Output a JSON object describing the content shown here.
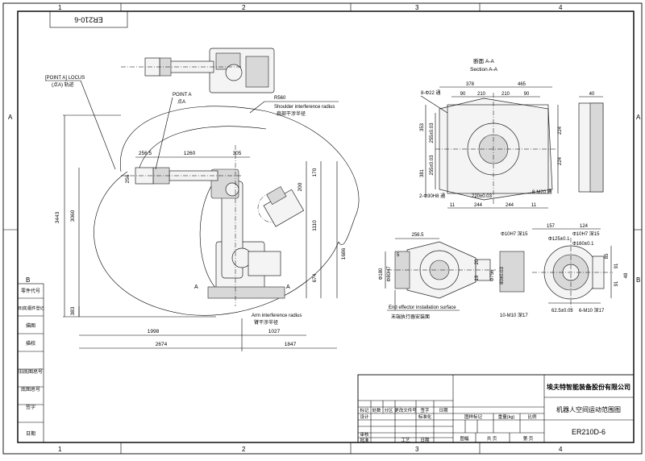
{
  "frame": {
    "columns": [
      "1",
      "2",
      "3",
      "4"
    ],
    "rows": [
      "A",
      "B"
    ]
  },
  "drawing_no_rotated": "ER210-6",
  "left_table": [
    "零件代号",
    "旧(底)图件登记",
    "描图",
    "描校",
    "旧底图总号",
    "底图总号",
    "签字",
    "日期"
  ],
  "main_view": {
    "point_a_locus": "[POINT A] LOCUS",
    "point_a_locus_cn": "(点A) 轨迹",
    "point_a": "POINT A",
    "point_a_cn": "点A",
    "shoulder_radius": "R560",
    "shoulder_label": "Shoulder interference radius",
    "shoulder_label_cn": "肩部干涉半径",
    "arm_label": "Arm interference radius",
    "arm_label_cn": "臂干涉半径",
    "section_mark": "A",
    "dims": {
      "d2565": "256.5",
      "d1260": "1260",
      "d305": "305",
      "d256": "256",
      "d3443": "3443",
      "d3060": "3060",
      "d383": "383",
      "d170": "170",
      "d200": "200",
      "d1110": "1110",
      "d1686": "1686",
      "d674": "674",
      "d1998": "1998",
      "d1027": "1027",
      "d2674": "2674",
      "d1847": "1847"
    }
  },
  "section_view": {
    "title_cn": "断面 A-A",
    "title_en": "Section A-A",
    "dims": {
      "d378": "378",
      "d465": "465",
      "d8phi22": "8-Φ22 通",
      "d90a": "90",
      "d210a": "210",
      "d210b": "210",
      "d90b": "90",
      "d353": "353",
      "d255a": "255±0.03",
      "d381": "381",
      "d255b": "255±0.03",
      "d224a": "224",
      "d224b": "224",
      "d2phi30": "2-Φ30H8 通",
      "d220": "220±0.03",
      "d8m20": "8-M20 通",
      "d11a": "11",
      "d244a": "244",
      "d244b": "244",
      "d11b": "11",
      "d40": "40"
    }
  },
  "flange_side": {
    "dims": {
      "d2565": "256.5",
      "d5": "5",
      "d180": "Φ180",
      "d80h7": "Φ80H7",
      "d20": "20",
      "d19": "19"
    },
    "label": "End effector installation surface",
    "label_cn": "末端执行器安装面"
  },
  "flange_end": {
    "dims": {
      "d157": "157",
      "d124": "124",
      "d10h7a": "Φ10H7 深15",
      "d125": "Φ125±0.1",
      "d10h7b": "Φ10H7 深15",
      "d160": "Φ160±0.1",
      "d756": "Φ756",
      "d80": "80±0.03",
      "d10m10": "10-M10 深17",
      "d625": "62.5±0.03",
      "d6m10": "6-M10 深17",
      "d85": "85",
      "d91a": "91",
      "d91b": "91",
      "d48": "48"
    }
  },
  "title_block": {
    "company": "埃夫特智能装备股份有限公司",
    "title": "机器人空间运动范围图",
    "model": "ER210D-6",
    "headers": [
      "标记",
      "处数",
      "分区",
      "更改文件号",
      "签字",
      "日期"
    ],
    "design": "设计",
    "standardize": "标准化",
    "stage_mark": "图样标记",
    "weight": "重量(kg)",
    "scale": "比例",
    "review": "审核",
    "approve": "批准",
    "process": "工艺",
    "date_label": "日期",
    "sheets_total": "共 页",
    "sheet_no": "第 页",
    "drawing_label": "图幅"
  }
}
